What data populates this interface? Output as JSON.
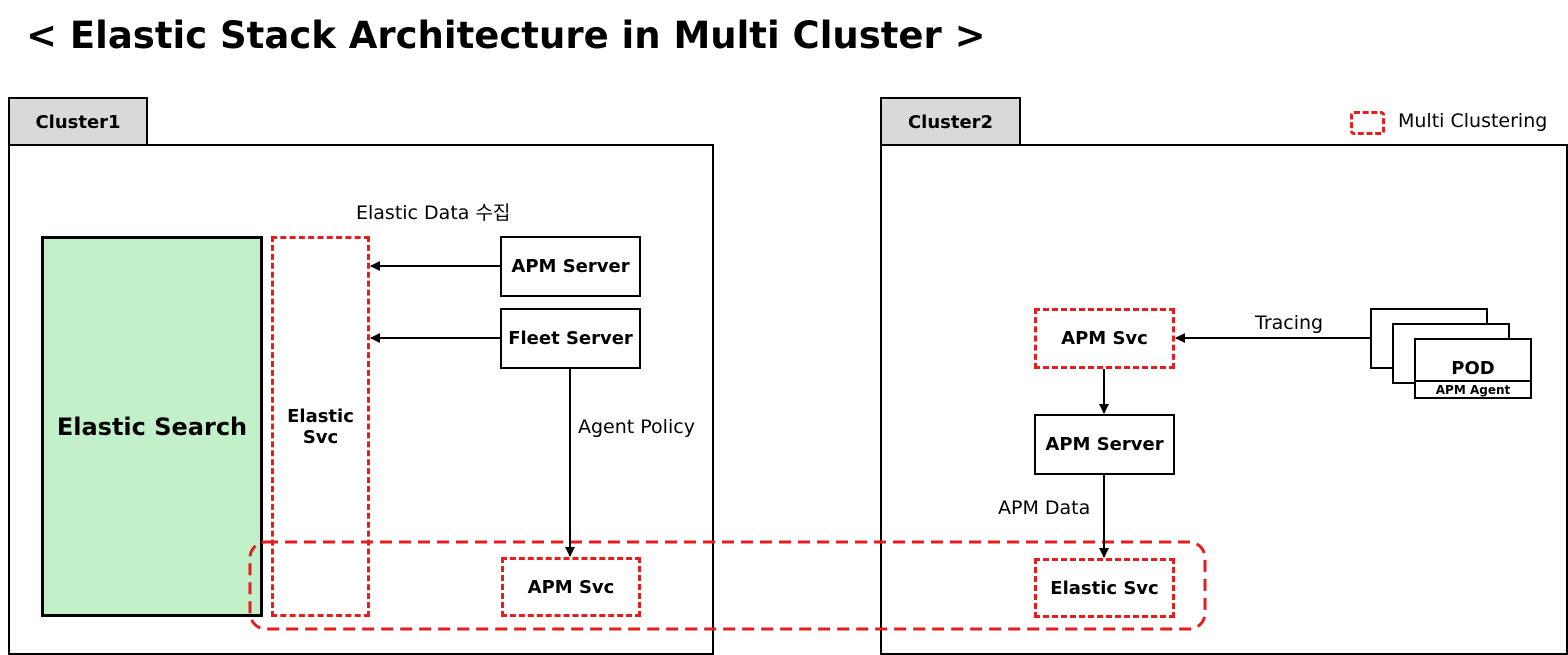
{
  "title": "< Elastic Stack Architecture in Multi Cluster >",
  "legend": {
    "label": "Multi Clustering",
    "color": "#e41e1e"
  },
  "cluster1": {
    "tab": "Cluster1",
    "elastic_search": "Elastic Search",
    "elastic_svc_line1": "Elastic",
    "elastic_svc_line2": "Svc",
    "collect_label": "Elastic Data 수집",
    "apm_server": "APM Server",
    "fleet_server": "Fleet Server",
    "agent_policy": "Agent Policy",
    "apm_svc": "APM Svc"
  },
  "cluster2": {
    "tab": "Cluster2",
    "apm_svc": "APM Svc",
    "tracing": "Tracing",
    "pod": "POD",
    "apm_agent": "APM Agent",
    "apm_server": "APM Server",
    "apm_data": "APM Data",
    "elastic_svc": "Elastic Svc"
  },
  "colors": {
    "es_fill": "#c2f0c8",
    "tab_fill": "#d9d9d9",
    "dash": "#e41e1e"
  }
}
